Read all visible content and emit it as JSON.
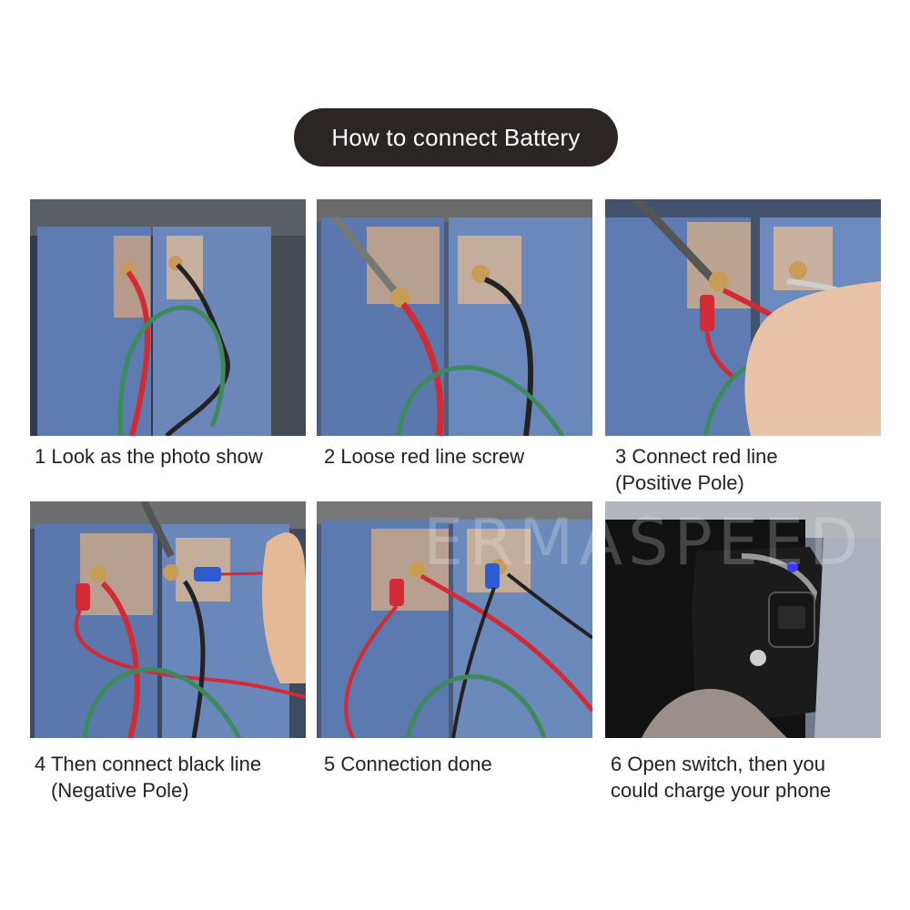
{
  "header": {
    "title": "How to connect Battery"
  },
  "steps": [
    {
      "line1": "1 Look as the photo show",
      "line2": ""
    },
    {
      "line1": "2 Loose red line screw",
      "line2": ""
    },
    {
      "line1": "3 Connect red line",
      "line2": "(Positive Pole)"
    },
    {
      "line1": "4 Then connect black line",
      "line2": "(Negative Pole)"
    },
    {
      "line1": "5 Connection done",
      "line2": ""
    },
    {
      "line1": "6 Open switch, then you",
      "line2": "could charge your phone"
    }
  ],
  "watermark": "ERMASPEED",
  "colors": {
    "title_bg": "#2b2624",
    "battery_blue": "#5d7bb0",
    "wire_red": "#d42a33",
    "wire_green": "#3f8a5c",
    "wire_black": "#222222"
  }
}
